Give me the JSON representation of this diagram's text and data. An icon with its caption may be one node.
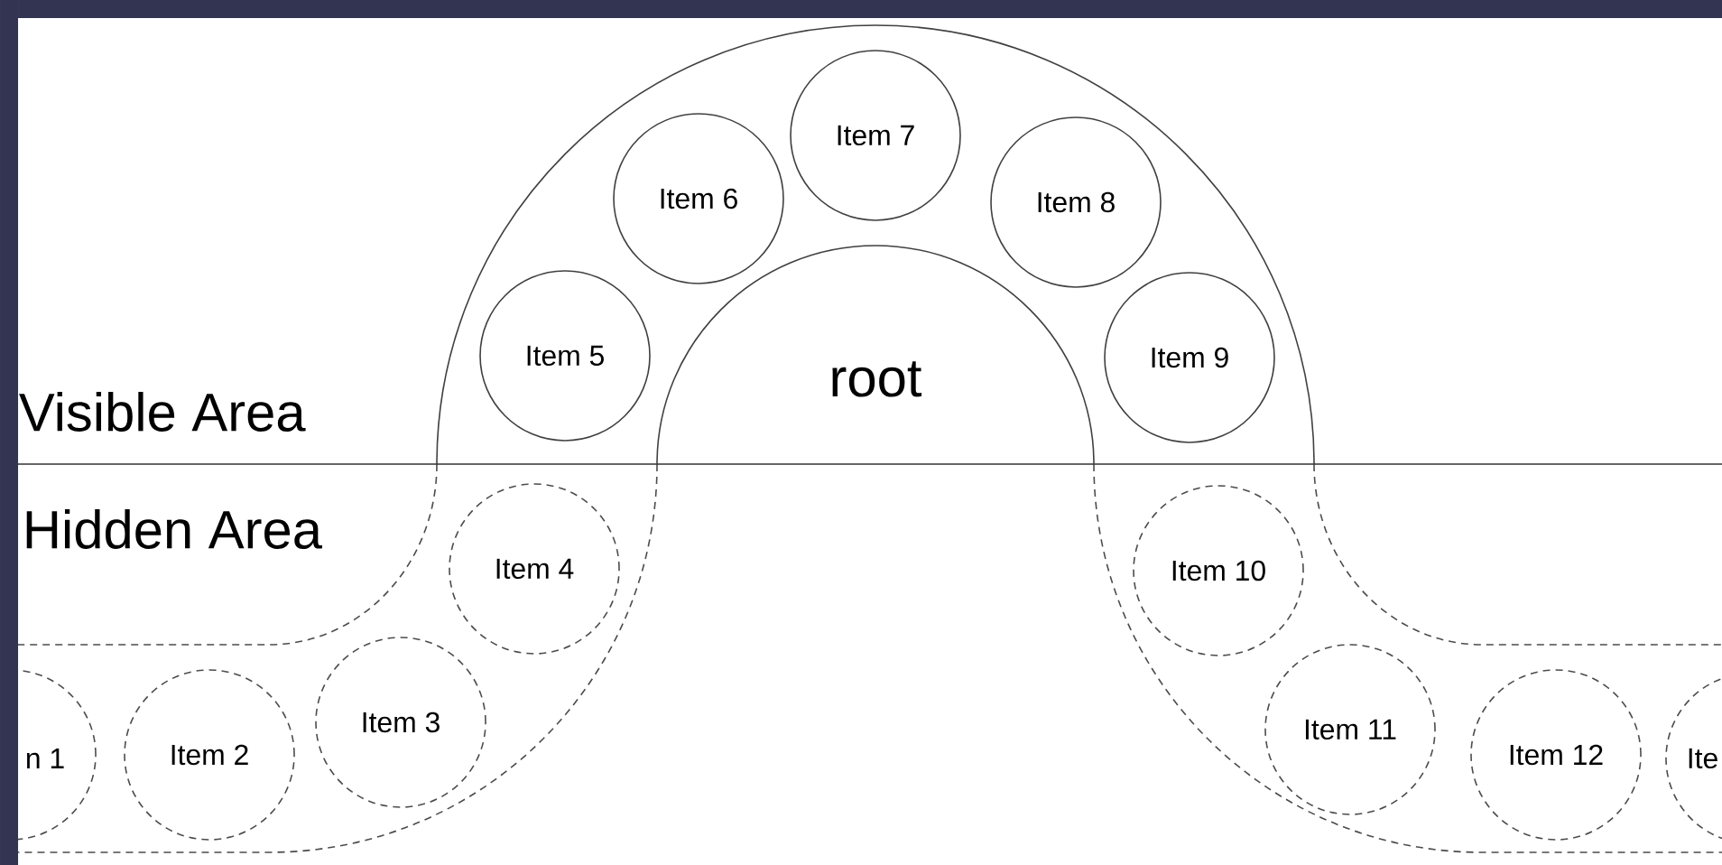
{
  "diagram": {
    "nodes": [
      {
        "text": [
          "n 1"
        ]
      },
      {
        "text": [
          "Item 2"
        ]
      },
      {
        "text": [
          "Item 3"
        ]
      },
      {
        "text": [
          "Item 4"
        ]
      },
      {
        "text": [
          "Item 5"
        ]
      },
      {
        "text": [
          "Item 6"
        ]
      },
      {
        "text": [
          "Item 7"
        ]
      },
      {
        "text": [
          "Item 8"
        ]
      },
      {
        "text": [
          "Item 9"
        ]
      },
      {
        "text": [
          "Item 10"
        ]
      },
      {
        "text": [
          "Item 11"
        ]
      },
      {
        "text": [
          "Item 12"
        ]
      },
      {
        "text": [
          "Ite"
        ]
      },
      {
        "text": [
          "root"
        ]
      }
    ],
    "labels": [
      "Visible Area",
      "Hidden Area"
    ]
  }
}
